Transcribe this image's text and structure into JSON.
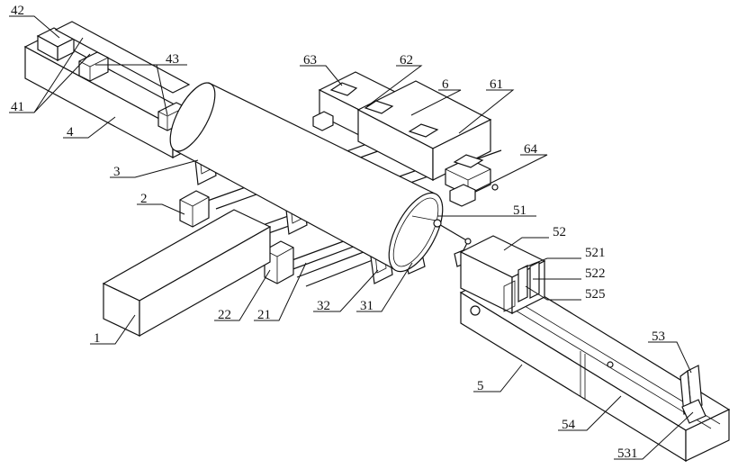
{
  "diagram": {
    "labels": {
      "l1": "1",
      "l2": "2",
      "l21": "21",
      "l22": "22",
      "l3": "3",
      "l31": "31",
      "l32": "32",
      "l4": "4",
      "l41": "41",
      "l42": "42",
      "l43": "43",
      "l5": "5",
      "l51": "51",
      "l52": "52",
      "l521": "521",
      "l522": "522",
      "l525": "525",
      "l53": "53",
      "l531": "531",
      "l54": "54",
      "l6": "6",
      "l61": "61",
      "l62": "62",
      "l63": "63",
      "l64": "64"
    }
  }
}
